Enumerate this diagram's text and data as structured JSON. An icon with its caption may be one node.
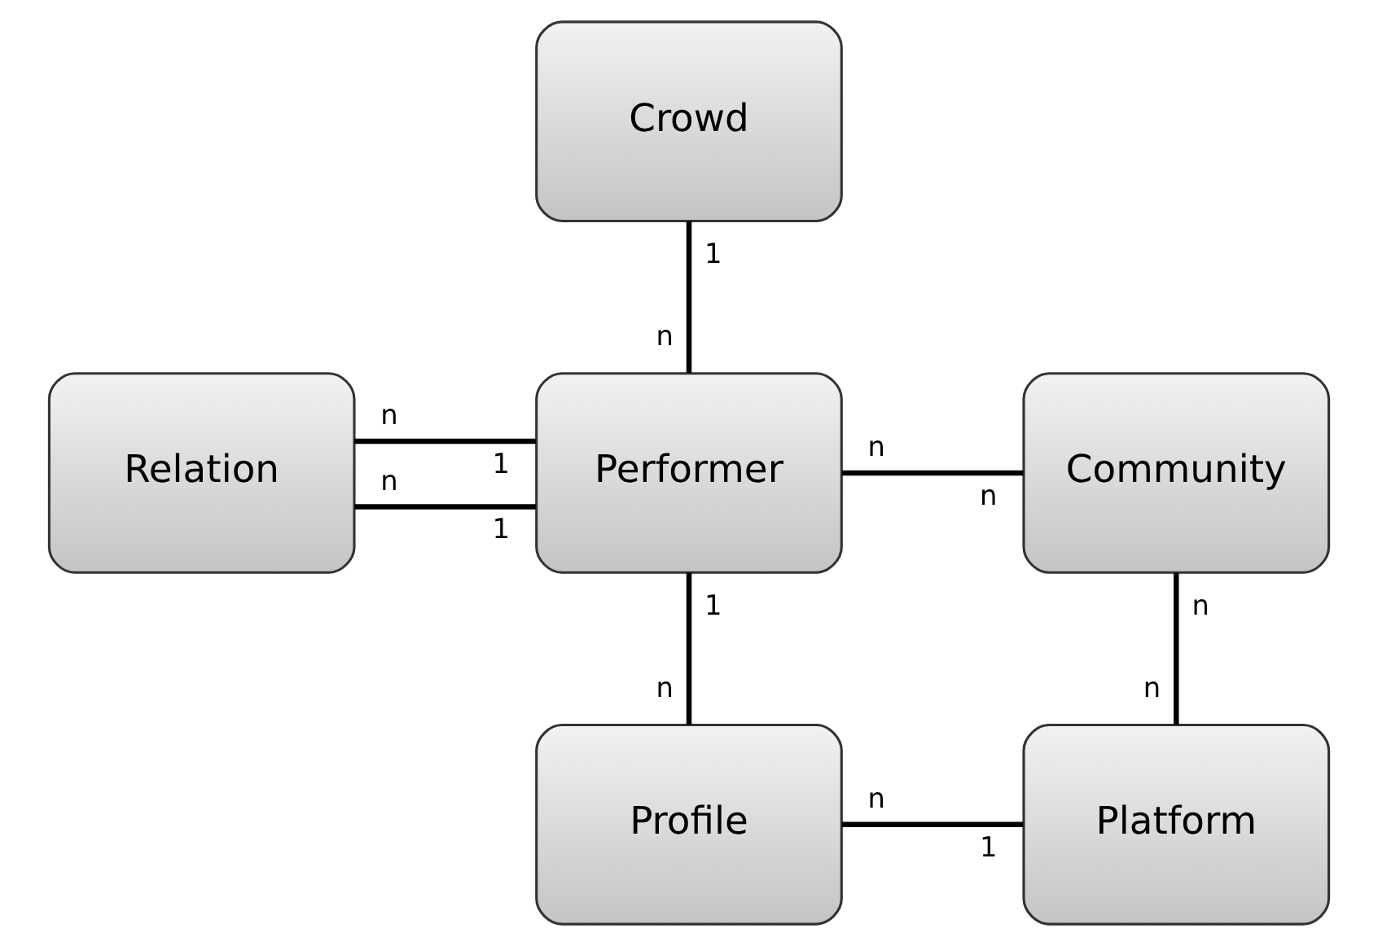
{
  "diagram": {
    "nodes": [
      {
        "text": [
          "Crowd"
        ]
      },
      {
        "text": [
          "Relation"
        ]
      },
      {
        "text": [
          "Performer"
        ]
      },
      {
        "text": [
          "Community"
        ]
      },
      {
        "text": [
          "Profile"
        ]
      },
      {
        "text": [
          "Platform"
        ]
      }
    ],
    "edges": [
      {
        "from": 0,
        "to": 2,
        "arrow": "none"
      },
      {
        "from": 1,
        "to": 2,
        "arrow": "none"
      },
      {
        "from": 1,
        "to": 2,
        "arrow": "none"
      },
      {
        "from": 2,
        "to": 3,
        "arrow": "none"
      },
      {
        "from": 2,
        "to": 4,
        "arrow": "none"
      },
      {
        "from": 3,
        "to": 5,
        "arrow": "none"
      },
      {
        "from": 4,
        "to": 5,
        "arrow": "none"
      }
    ],
    "labels": [
      "1",
      "n",
      "n",
      "1",
      "n",
      "n",
      "n",
      "1",
      "1",
      "n",
      "n",
      "n",
      "n",
      "1"
    ]
  }
}
